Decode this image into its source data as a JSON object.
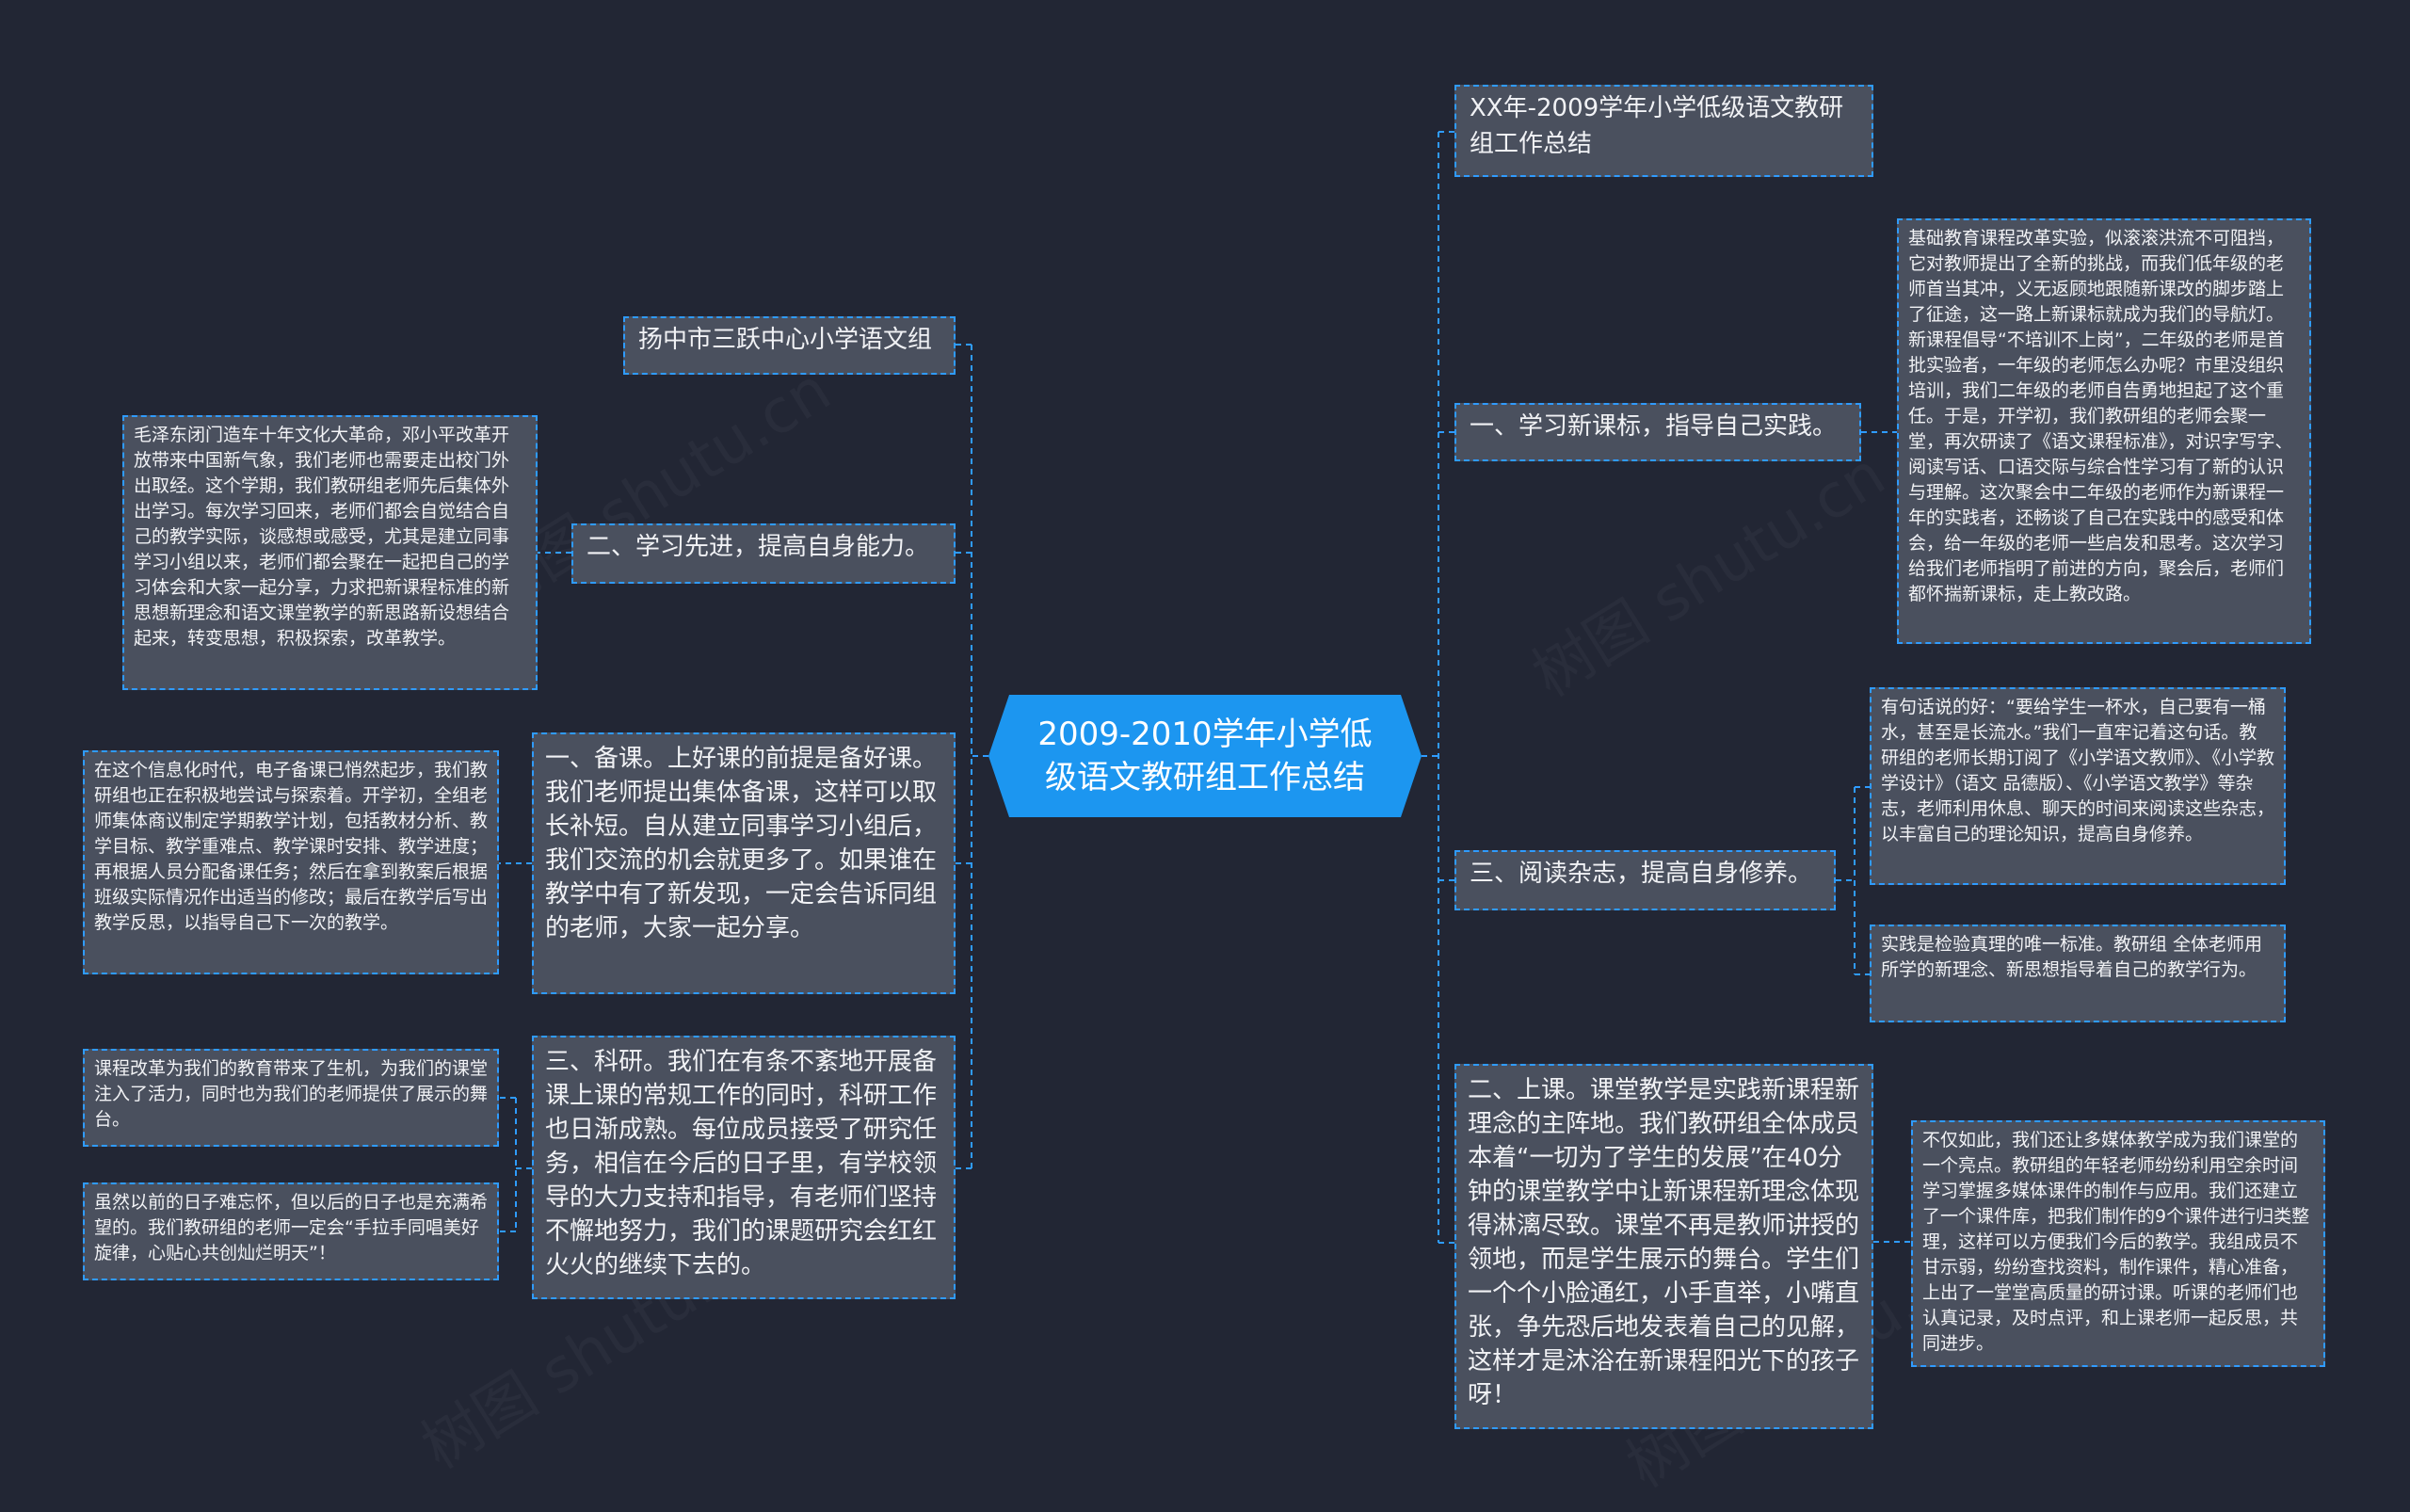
{
  "center": {
    "title": "2009-2010学年小学低级语文教研组工作总结"
  },
  "watermark": "树图 shutu.cn",
  "colors": {
    "background": "#222634",
    "node": "#4a505e",
    "accent": "#1c96f0",
    "link": "#2f9bff"
  },
  "right": {
    "title_node": "XX年-2009学年小学低级语文教研组工作总结",
    "study": {
      "label": "一、学习新课标，指导自己实践。",
      "detail": "基础教育课程改革实验，似滚滚洪流不可阻挡，它对教师提出了全新的挑战，而我们低年级的老师首当其冲，义无返顾地跟随新课改的脚步踏上了征途，这一路上新课标就成为我们的导航灯。新课程倡导“不培训不上岗”，二年级的老师是首批实验者，一年级的老师怎么办呢？市里没组织培训，我们二年级的老师自告勇地担起了这个重任。于是，开学初，我们教研组的老师会聚一堂，再次研读了《语文课程标准》，对识字写字、阅读写话、口语交际与综合性学习有了新的认识与理解。这次聚会中二年级的老师作为新课程一年的实践者，还畅谈了自己在实践中的感受和体会，给一年级的老师一些启发和思考。这次学习给我们老师指明了前进的方向，聚会后，老师们都怀揣新课标，走上教改路。"
    },
    "reading": {
      "label": "三、阅读杂志，提高自身修养。",
      "detail1": "有句话说的好：“要给学生一杯水，自己要有一桶水，甚至是长流水。”我们一直牢记着这句话。教研组的老师长期订阅了《小学语文教师》、《小学教学设计》（语文 品德版）、《小学语文教学》等杂志，老师利用休息、聊天的时间来阅读这些杂志，以丰富自己的理论知识，提高自身修养。",
      "detail2": "实践是检验真理的唯一标准。教研组 全体老师用所学的新理念、新思想指导着自己的教学行为。"
    },
    "lesson": {
      "label": "二、上课。课堂教学是实践新课程新理念的主阵地。我们教研组全体成员本着“一切为了学生的发展”在40分钟的课堂教学中让新课程新理念体现得淋漓尽致。课堂不再是教师讲授的领地，而是学生展示的舞台。学生们一个个小脸通红，小手直举，小嘴直张，争先恐后地发表着自己的见解，这样才是沐浴在新课程阳光下的孩子呀！",
      "detail": "不仅如此，我们还让多媒体教学成为我们课堂的一个亮点。教研组的年轻老师纷纷利用空余时间学习掌握多媒体课件的制作与应用。我们还建立了一个课件库，把我们制作的9个课件进行归类整理，这样可以方便我们今后的教学。我组成员不甘示弱，纷纷查找资料，制作课件，精心准备，上出了一堂堂高质量的研讨课。听课的老师们也认真记录，及时点评，和上课老师一起反思，共同进步。"
    }
  },
  "left": {
    "school": "扬中市三跃中心小学语文组",
    "learn": {
      "label": "二、学习先进，提高自身能力。",
      "detail": "毛泽东闭门造车十年文化大革命，邓小平改革开放带来中国新气象，我们老师也需要走出校门外出取经。这个学期，我们教研组老师先后集体外出学习。每次学习回来，老师们都会自觉结合自己的教学实际，谈感想或感受，尤其是建立同事学习小组以来，老师们都会聚在一起把自己的学习体会和大家一起分享，力求把新课程标准的新思想新理念和语文课堂教学的新思路新设想结合起来，转变思想，积极探索，改革教学。"
    },
    "prep": {
      "label": "一、备课。上好课的前提是备好课。我们老师提出集体备课，这样可以取长补短。自从建立同事学习小组后，我们交流的机会就更多了。如果谁在教学中有了新发现，一定会告诉同组的老师，大家一起分享。",
      "detail": "在这个信息化时代，电子备课已悄然起步，我们教研组也正在积极地尝试与探索着。开学初，全组老师集体商议制定学期教学计划，包括教材分析、教学目标、教学重难点、教学课时安排、教学进度；再根据人员分配备课任务；然后在拿到教案后根据班级实际情况作出适当的修改；最后在教学后写出教学反思，以指导自己下一次的教学。"
    },
    "research": {
      "label": "三、科研。我们在有条不紊地开展备课上课的常规工作的同时，科研工作也日渐成熟。每位成员接受了研究任务，相信在今后的日子里，有学校领导的大力支持和指导，有老师们坚持不懈地努力，我们的课题研究会红红火火的继续下去的。",
      "detail1": "课程改革为我们的教育带来了生机，为我们的课堂注入了活力，同时也为我们的老师提供了展示的舞台。",
      "detail2": "虽然以前的日子难忘怀，但以后的日子也是充满希望的。我们教研组的老师一定会“手拉手同唱美好旋律，心贴心共创灿烂明天”！"
    }
  }
}
